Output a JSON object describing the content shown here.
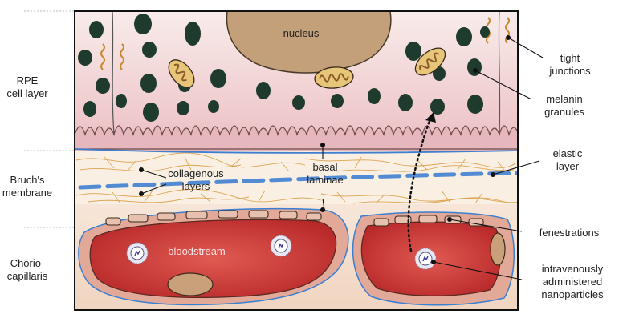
{
  "left_labels": {
    "rpe": "RPE\ncell layer",
    "bruchs": "Bruch's\nmembrane",
    "chorio": "Chorio-\ncapillaris"
  },
  "inner_labels": {
    "nucleus": "nucleus",
    "collagenous": "collagenous\nlayers",
    "basal": "basal\nlaminae",
    "bloodstream": "bloodstream"
  },
  "right_labels": {
    "tight": "tight\njunctions",
    "melanin": "melanin\ngranules",
    "elastic": "elastic\nlayer",
    "fenestrations": "fenestrations",
    "nanoparticles": "intravenously\nadministered\nnanoparticles"
  },
  "colors": {
    "rpe_cell": "#f2d6d6",
    "granule": "#1f3b2d",
    "bruchs": "#f8eee2",
    "fiber": "#d9993a",
    "blue_layer": "#3f7fd0",
    "blood": "#c9302c",
    "endothelium": "#e8b4a8",
    "nucleus": "#c4a07a"
  }
}
